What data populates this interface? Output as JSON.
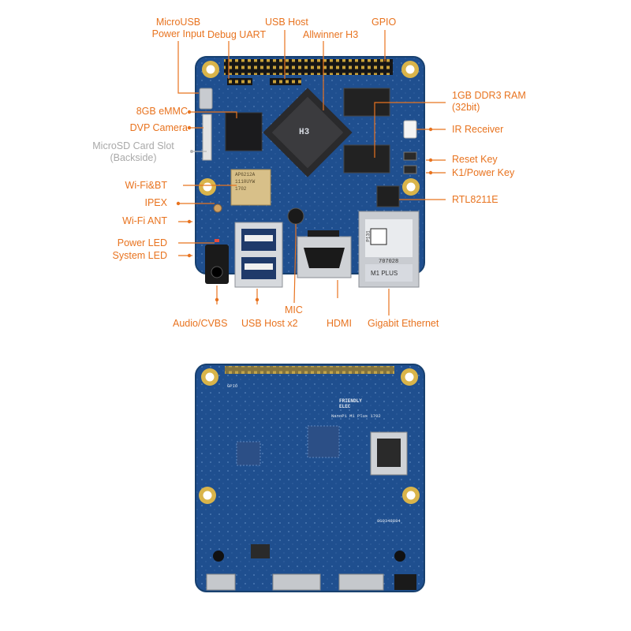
{
  "board_front": {
    "labels": {
      "microusb_power_input": [
        "MicroUSB",
        "Power Input"
      ],
      "debug_uart": "Debug UART",
      "usb_host": "USB Host",
      "allwinner_h3": "Allwinner H3",
      "gpio": "GPIO",
      "emmc": "8GB eMMC",
      "dvp_camera": "DVP Camera",
      "microsd_slot": [
        "MicroSD Card Slot",
        "(Backside)"
      ],
      "wifi_bt": "Wi-Fi&BT",
      "ipex": "IPEX",
      "wifi_ant": "Wi-Fi ANT",
      "power_led": "Power LED",
      "system_led": "System LED",
      "ram": [
        "1GB DDR3 RAM",
        "(32bit)"
      ],
      "ir_receiver": "IR Receiver",
      "reset_key": "Reset Key",
      "k1_power_key": "K1/Power Key",
      "rtl8211e": "RTL8211E",
      "audio_cvbs": "Audio/CVBS",
      "usb_host_x2": "USB Host x2",
      "mic": "MIC",
      "hdmi": "HDMI",
      "gigabit_ethernet": "Gigabit Ethernet"
    },
    "silkscreen": {
      "soc": "H3",
      "wifi_module": [
        "AP6212A",
        "1110UYW",
        "1702"
      ],
      "ethernet_tag": "M1 PLUS",
      "serial": "707028",
      "pi": "P131"
    }
  },
  "board_back": {
    "silkscreen": {
      "brand": [
        "FRIENDLY",
        "ELEC"
      ],
      "model": "NanoPi M1 Plus 1702",
      "gpio": "GPIO",
      "serial": "8G0348884"
    }
  },
  "colors": {
    "accent": "#e8731f",
    "muted_label": "#a9a9a9",
    "pcb": "#1f4f8f",
    "pcb_light": "#2c66a8"
  }
}
